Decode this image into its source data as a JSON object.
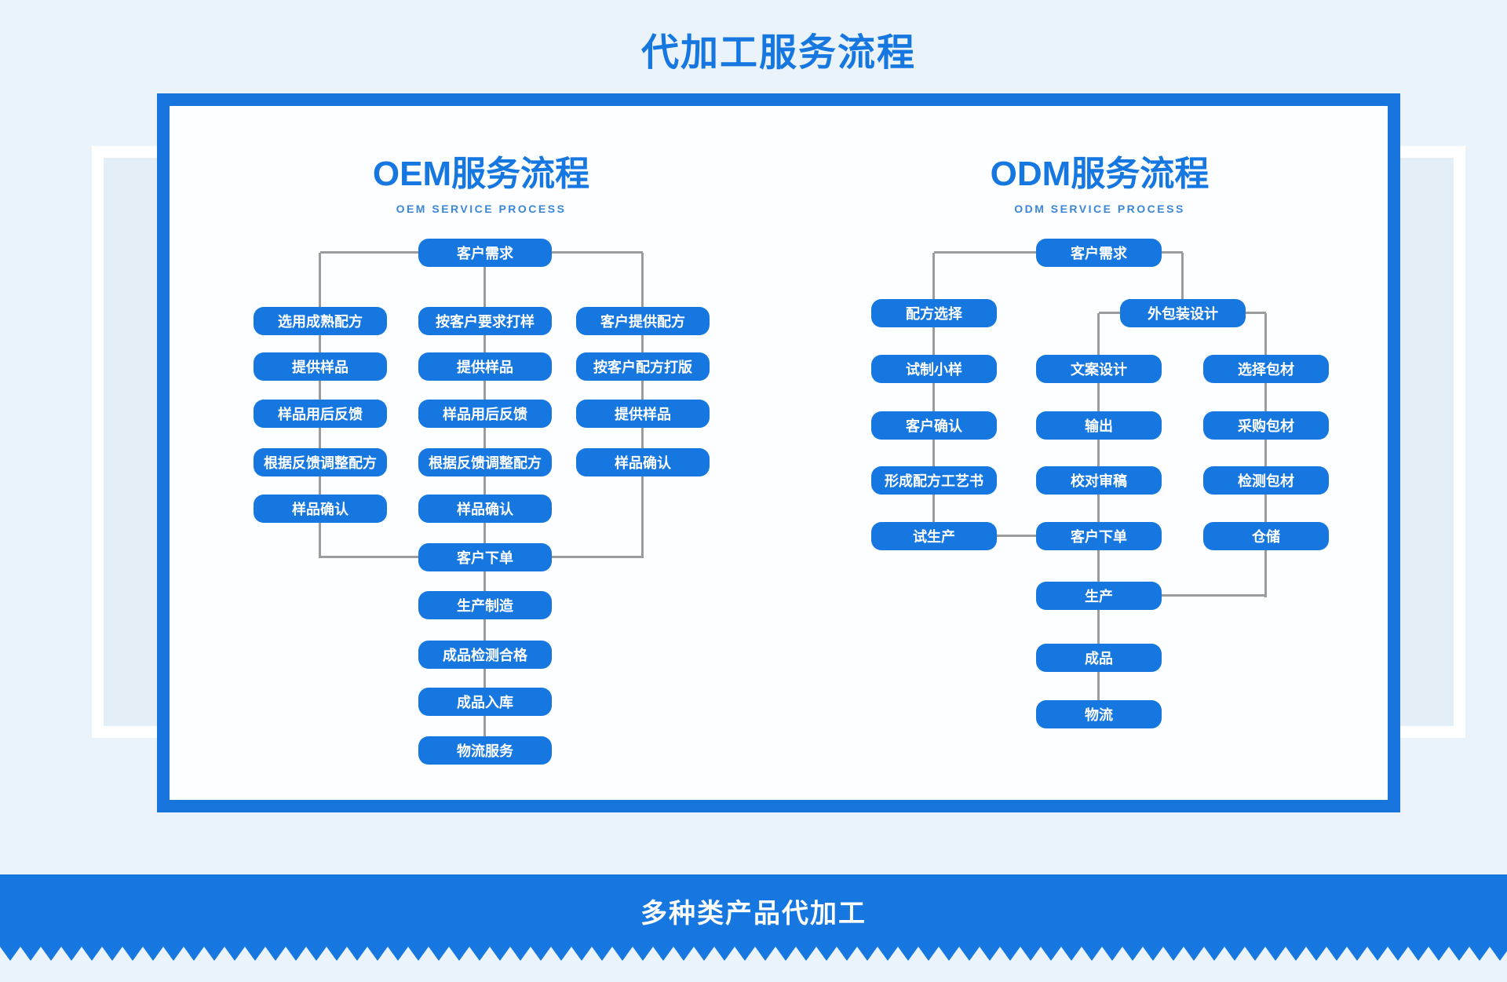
{
  "page": {
    "title": "代加工服务流程"
  },
  "oem": {
    "title": "OEM服务流程",
    "subtitle": "OEM SERVICE PROCESS",
    "start": "客户需求",
    "col1": [
      "选用成熟配方",
      "提供样品",
      "样品用后反馈",
      "根据反馈调整配方",
      "样品确认"
    ],
    "col2": [
      "按客户要求打样",
      "提供样品",
      "样品用后反馈",
      "根据反馈调整配方",
      "样品确认"
    ],
    "col3": [
      "客户提供配方",
      "按客户配方打版",
      "提供样品",
      "样品确认"
    ],
    "tail": [
      "客户下单",
      "生产制造",
      "成品检测合格",
      "成品入库",
      "物流服务"
    ]
  },
  "odm": {
    "title": "ODM服务流程",
    "subtitle": "ODM SERVICE PROCESS",
    "start": "客户需求",
    "packaging": "外包装设计",
    "colA": [
      "配方选择",
      "试制小样",
      "客户确认",
      "形成配方工艺书",
      "试生产"
    ],
    "colB": [
      "文案设计",
      "输出",
      "校对审稿",
      "客户下单",
      "生产",
      "成品",
      "物流"
    ],
    "colC": [
      "选择包材",
      "采购包材",
      "检测包材",
      "仓储"
    ]
  },
  "footer": {
    "banner": "多种类产品代加工"
  },
  "colors": {
    "accent": "#1677e0",
    "border-blue": "#1674dc",
    "line": "#9c9c9c",
    "bg": "#eaf3f9",
    "panel-bg": "#fcfeff",
    "backdrop": "#e4eef6",
    "subtitle": "#3c86d8"
  }
}
